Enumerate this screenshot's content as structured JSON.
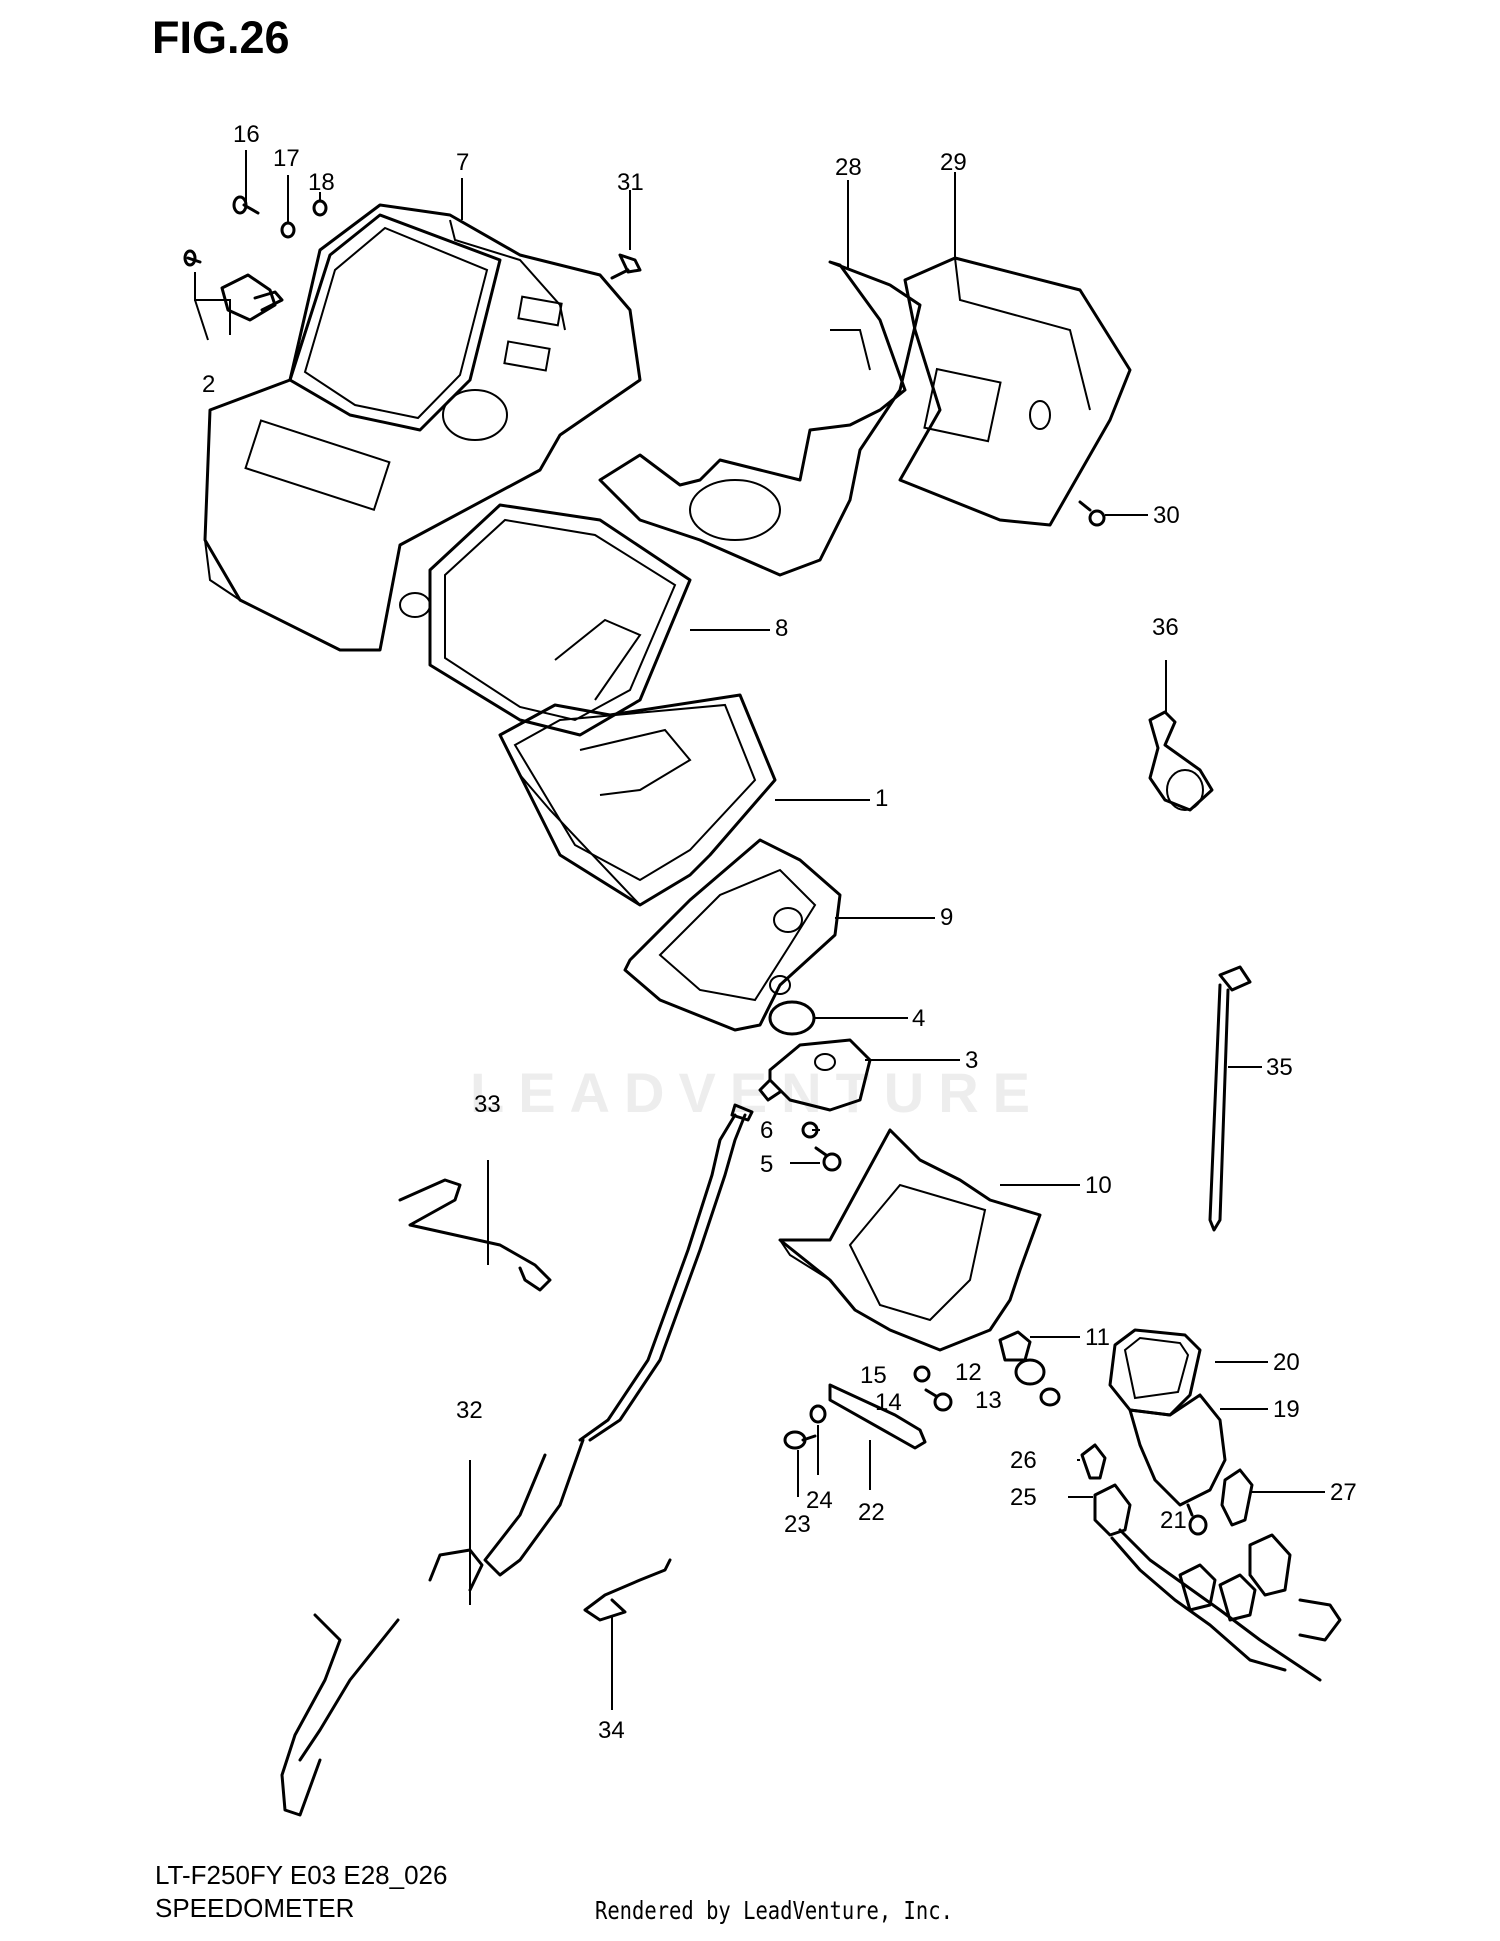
{
  "figure": {
    "title": "FIG.26"
  },
  "footer": {
    "model": "LT-F250FY E03 E28_026",
    "name": "SPEEDOMETER",
    "credit": "Rendered by LeadVenture, Inc."
  },
  "watermark": "LEADVENTURE",
  "callouts": [
    {
      "id": "c1",
      "number": "1"
    },
    {
      "id": "c2",
      "number": "2"
    },
    {
      "id": "c3",
      "number": "3"
    },
    {
      "id": "c4",
      "number": "4"
    },
    {
      "id": "c5",
      "number": "5"
    },
    {
      "id": "c6",
      "number": "6"
    },
    {
      "id": "c7",
      "number": "7"
    },
    {
      "id": "c8",
      "number": "8"
    },
    {
      "id": "c9",
      "number": "9"
    },
    {
      "id": "c10",
      "number": "10"
    },
    {
      "id": "c11",
      "number": "11"
    },
    {
      "id": "c12",
      "number": "12"
    },
    {
      "id": "c13",
      "number": "13"
    },
    {
      "id": "c14",
      "number": "14"
    },
    {
      "id": "c15",
      "number": "15"
    },
    {
      "id": "c16",
      "number": "16"
    },
    {
      "id": "c17",
      "number": "17"
    },
    {
      "id": "c18",
      "number": "18"
    },
    {
      "id": "c19",
      "number": "19"
    },
    {
      "id": "c20",
      "number": "20"
    },
    {
      "id": "c21",
      "number": "21"
    },
    {
      "id": "c22",
      "number": "22"
    },
    {
      "id": "c23",
      "number": "23"
    },
    {
      "id": "c24",
      "number": "24"
    },
    {
      "id": "c25",
      "number": "25"
    },
    {
      "id": "c26",
      "number": "26"
    },
    {
      "id": "c27",
      "number": "27"
    },
    {
      "id": "c28",
      "number": "28"
    },
    {
      "id": "c29",
      "number": "29"
    },
    {
      "id": "c30",
      "number": "30"
    },
    {
      "id": "c31",
      "number": "31"
    },
    {
      "id": "c32",
      "number": "32"
    },
    {
      "id": "c33",
      "number": "33"
    },
    {
      "id": "c34",
      "number": "34"
    },
    {
      "id": "c35",
      "number": "35"
    },
    {
      "id": "c36",
      "number": "36"
    }
  ]
}
